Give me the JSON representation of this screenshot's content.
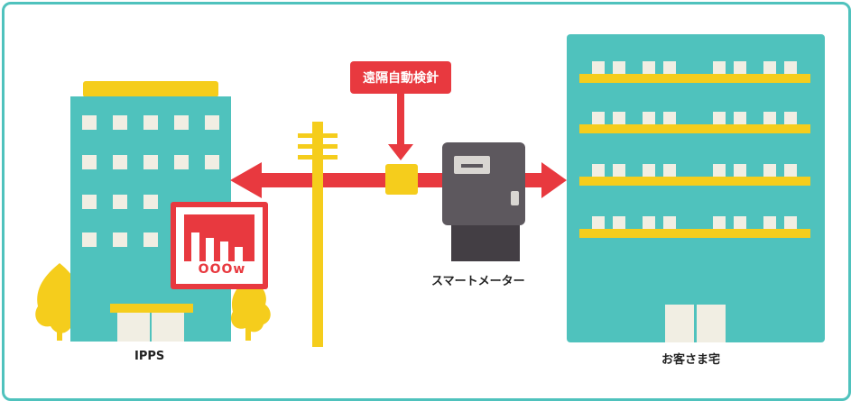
{
  "labels": {
    "ipps": "IPPS",
    "customer_home": "お客さま宅",
    "smart_meter": "スマートメーター",
    "auto_meter_reading": "遠隔自動検針",
    "power_display": "OOOw"
  },
  "colors": {
    "teal": "#4fc2bd",
    "yellow": "#f5cd1c",
    "red": "#e8393f",
    "window": "#f1eee3",
    "meter_gray": "#5d585e",
    "meter_dark": "#433e44"
  }
}
